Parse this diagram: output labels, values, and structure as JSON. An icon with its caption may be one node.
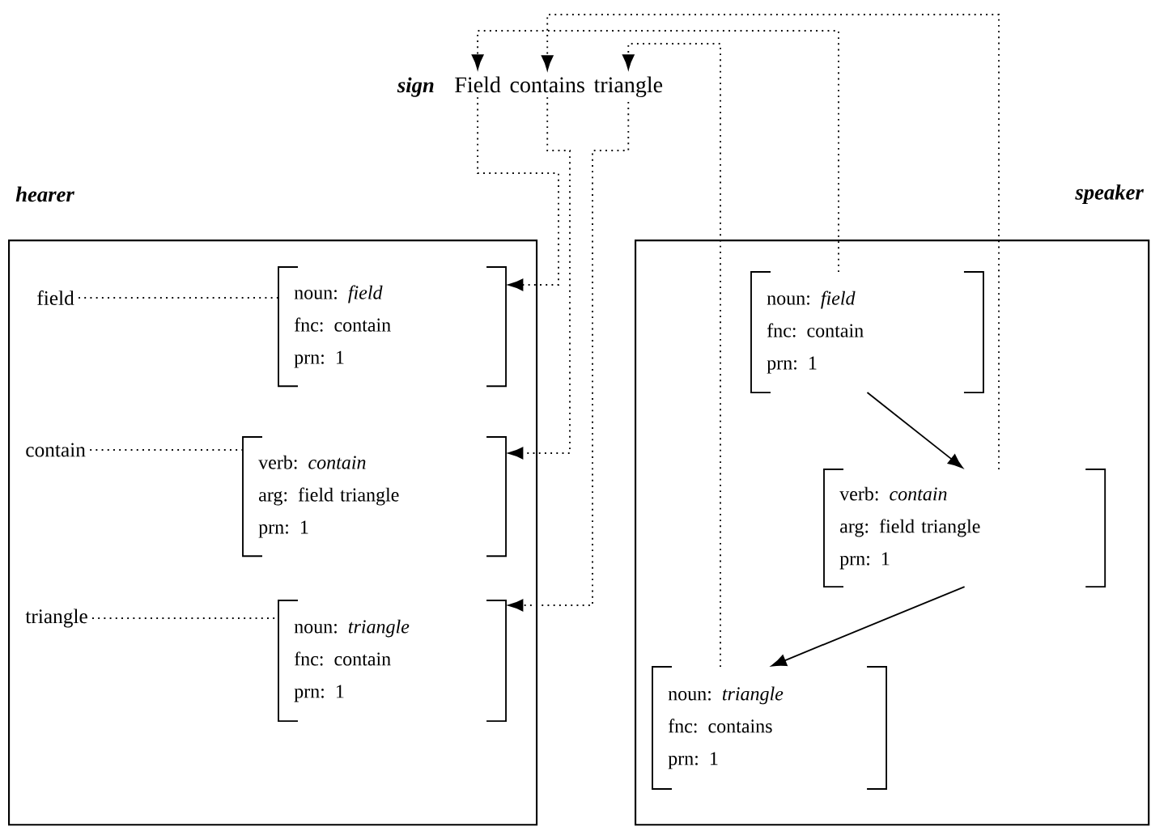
{
  "diagram": {
    "nodes": [
      {
        "text": [
          "hearer"
        ]
      },
      {
        "text": [
          "speaker"
        ]
      },
      {
        "text": [
          "Field"
        ]
      },
      {
        "text": [
          "contains"
        ]
      },
      {
        "text": [
          "triangle"
        ]
      },
      {
        "text": [
          "field"
        ],
        "in": 0
      },
      {
        "text": [
          "noun: *field*",
          "fnc: contain",
          "prn: 1"
        ],
        "in": 0
      },
      {
        "text": [
          "contain"
        ],
        "in": 0
      },
      {
        "text": [
          "verb: *contain*",
          "arg: field triangle",
          "prn: 1"
        ],
        "in": 0
      },
      {
        "text": [
          "triangle"
        ],
        "in": 0
      },
      {
        "text": [
          "noun: *triangle*",
          "fnc: contain",
          "prn: 1"
        ],
        "in": 0
      },
      {
        "text": [
          "noun: *field*",
          "fnc: contain",
          "prn: 1"
        ],
        "in": 1
      },
      {
        "text": [
          "verb: *contain*",
          "arg: field triangle",
          "prn: 1"
        ],
        "in": 1
      },
      {
        "text": [
          "noun: *triangle*",
          "fnc: contains",
          "prn: 1"
        ],
        "in": 1
      }
    ],
    "edges": [
      {
        "from": 5,
        "to": 6,
        "arrow": "none",
        "style": "dashed"
      },
      {
        "from": 7,
        "to": 8,
        "arrow": "none",
        "style": "dashed"
      },
      {
        "from": 9,
        "to": 10,
        "arrow": "none",
        "style": "dashed"
      },
      {
        "from": 2,
        "to": 6,
        "arrow": "to",
        "style": "dashed"
      },
      {
        "from": 3,
        "to": 8,
        "arrow": "to",
        "style": "dashed"
      },
      {
        "from": 4,
        "to": 10,
        "arrow": "to",
        "style": "dashed"
      },
      {
        "from": 11,
        "to": 2,
        "arrow": "to",
        "style": "dashed"
      },
      {
        "from": 12,
        "to": 3,
        "arrow": "to",
        "style": "dashed"
      },
      {
        "from": 13,
        "to": 4,
        "arrow": "to",
        "style": "dashed"
      },
      {
        "from": 11,
        "to": 12,
        "arrow": "to"
      },
      {
        "from": 12,
        "to": 13,
        "arrow": "to"
      }
    ],
    "labels": [
      "sign"
    ]
  }
}
